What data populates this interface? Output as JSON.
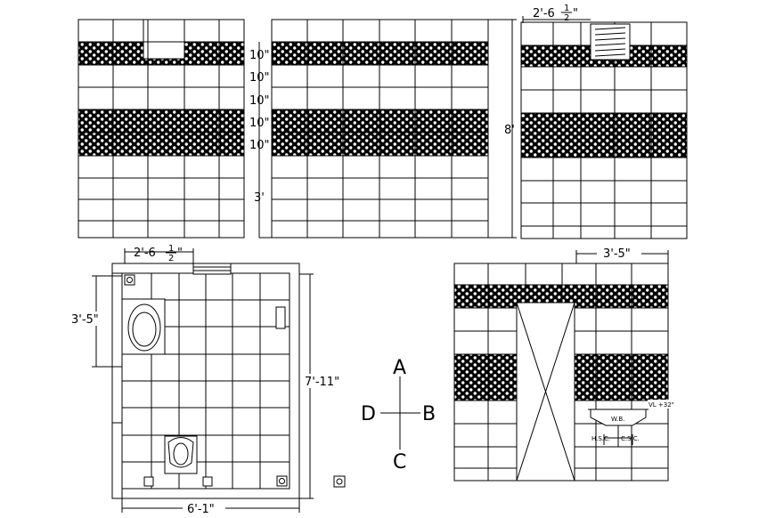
{
  "drawing": {
    "elev1": {
      "name": "elevation-a"
    },
    "elev2": {
      "row_dims": [
        "10\"",
        "10\"",
        "10\"",
        "10\"",
        "10\""
      ],
      "base_dim": "3'",
      "height_dim": "8'"
    },
    "elev3": {
      "width_dim": "2'-6",
      "width_frac_num": "1",
      "width_frac_den": "2",
      "width_dim_suffix": "\""
    },
    "plan": {
      "door_dim": "2'-6",
      "door_frac_num": "1",
      "door_frac_den": "2",
      "door_dim_suffix": "\"",
      "basin_dim": "3'-5\"",
      "depth_dim": "7'-11\"",
      "width_dim": "6'-1\""
    },
    "elev4": {
      "top_dim": "3'-5\"",
      "wb_label": "W.B.",
      "vl_label": "VL +32\"",
      "hsc_label": "H.S.C.",
      "csc_label": "C.S.C."
    },
    "compass": {
      "north": "A",
      "east": "B",
      "south": "C",
      "west": "D"
    }
  }
}
